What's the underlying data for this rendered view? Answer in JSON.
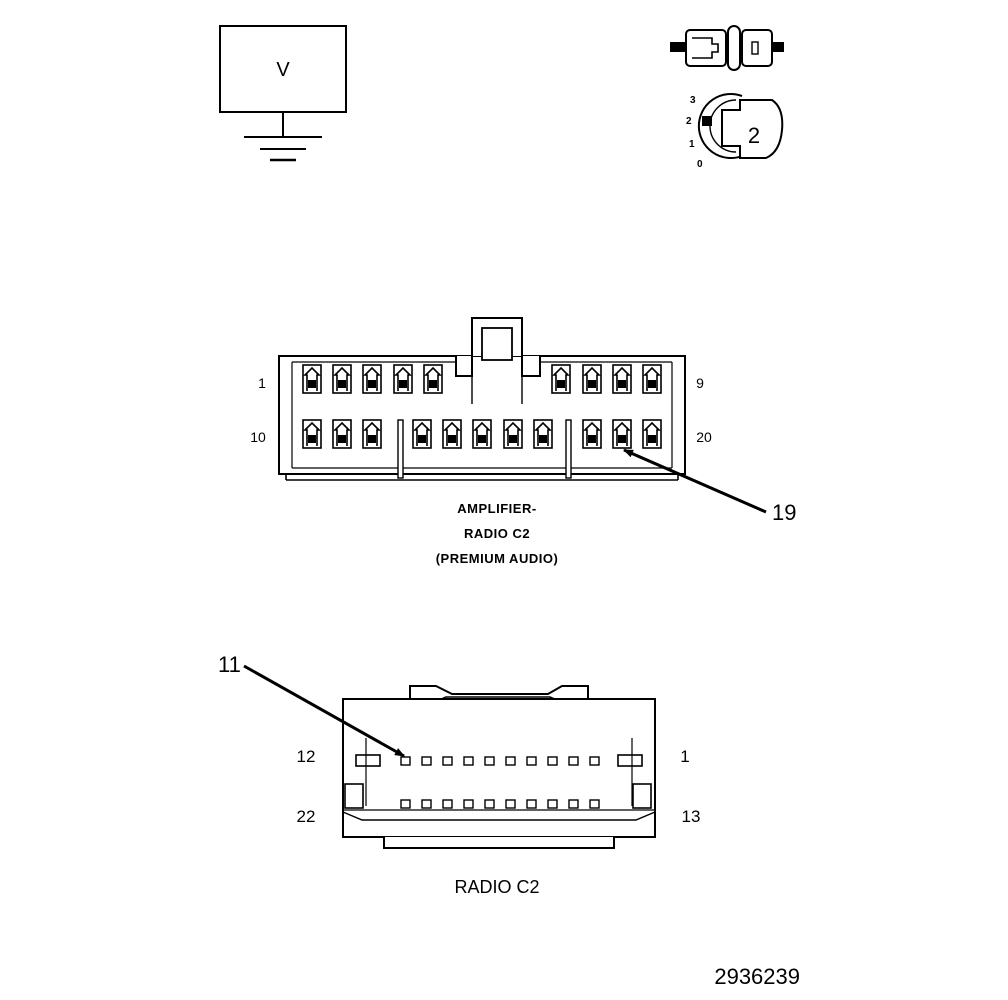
{
  "voltmeter": {
    "symbol": "V"
  },
  "ignition": {
    "positions": [
      "3",
      "2",
      "1",
      "0"
    ],
    "key_position": "2"
  },
  "amplifier_connector": {
    "caption": [
      "AMPLIFIER-",
      "RADIO C2",
      "(PREMIUM AUDIO)"
    ],
    "pin_labels": {
      "top_left": "1",
      "top_right": "9",
      "bottom_left": "10",
      "bottom_right": "20"
    },
    "callout": "19"
  },
  "radio_connector": {
    "caption": "RADIO C2",
    "pin_labels": {
      "top_left": "12",
      "top_right": "1",
      "bottom_left": "22",
      "bottom_right": "13"
    },
    "callout": "11"
  },
  "figure_id": "2936239"
}
